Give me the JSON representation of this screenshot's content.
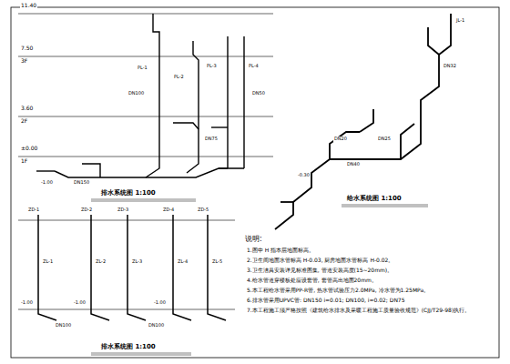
{
  "diagram": {
    "labels": [
      "11.40",
      "7.50",
      "3F",
      "3.60",
      "2F",
      "±0.00",
      "1F",
      "PL-1",
      "PL-2",
      "PL-3",
      "PL-4",
      "DN100",
      "DN75",
      "DN50",
      "-1.00",
      "DN150",
      "排水系统图 1:100",
      "JL-1",
      "DN32",
      "DN25",
      "DN20",
      "-0.30",
      "DN40",
      "给水系统图 1:100",
      "ZD-1",
      "ZD-2",
      "ZD-3",
      "ZD-4",
      "ZD-5",
      "ZL-1",
      "ZL-2",
      "ZL-3",
      "ZL-4",
      "ZL-5",
      "-1.00",
      "-1.00",
      "-1.00",
      "DN100",
      "DN100",
      "排水系统图 1:100",
      "说明:",
      "1.图中 H 指本层地面标高。",
      "2.卫生间地面水管标高 H-0.03, 厨房地面水管标高 H-0.02。",
      "3.卫生洁具安装详见标准图集, 管道安装高度(15~20mm)。",
      "4.给水管道穿楼板处应设套管, 套管高出地面20mm。",
      "5.本工程给水管采用PP-R管, 热水管试验压力2.0MPa, 冷水管为1.25MPa。",
      "6.排水管采用UPVC管: DN150 i=0.01; DN100, i=0.02; DN75",
      "7.本工程施工须严格按照《建筑给水排水及采暖工程施工质量验收规范》(CJJ/T29-98)执行。"
    ]
  }
}
